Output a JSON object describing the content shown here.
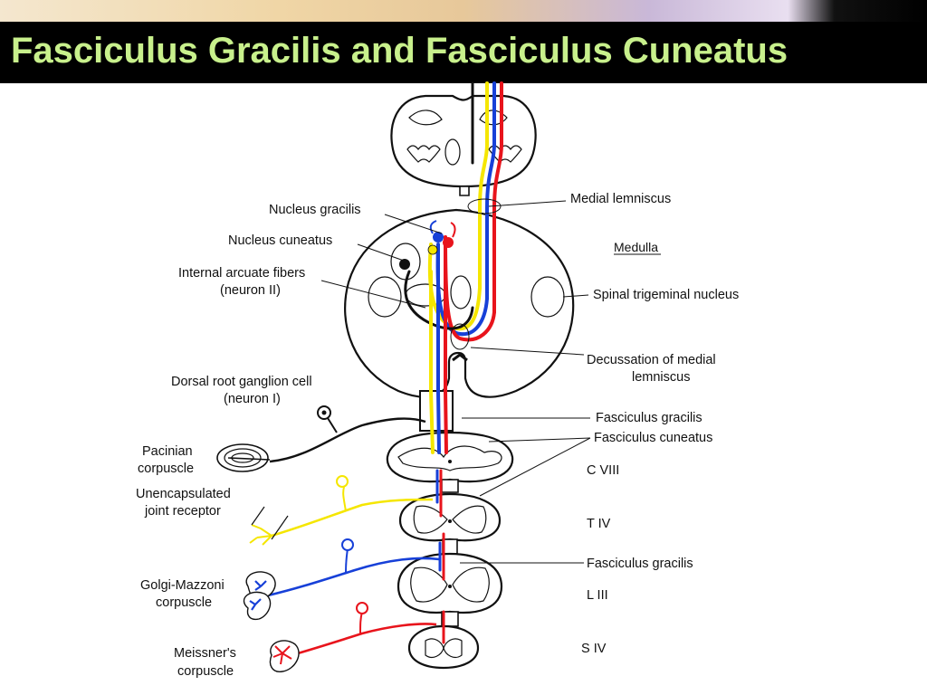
{
  "slide": {
    "title": "Fasciculus Gracilis and Fasciculus Cuneatus"
  },
  "colors": {
    "title_bar": "#000000",
    "title_text": "#c8f08c",
    "tract_red": "#e8141c",
    "tract_blue": "#1740d8",
    "tract_yellow": "#f5e600",
    "neuron_black": "#111111"
  },
  "labels": {
    "nucleus_gracilis": "Nucleus gracilis",
    "nucleus_cuneatus": "Nucleus cuneatus",
    "internal_arcuate_1": "Internal arcuate fibers",
    "internal_arcuate_2": "(neuron II)",
    "medial_lemniscus": "Medial lemniscus",
    "medulla": "Medulla",
    "spinal_trigeminal": "Spinal trigeminal nucleus",
    "decussation_1": "Decussation of medial",
    "decussation_2": "lemniscus",
    "drg_1": "Dorsal root ganglion cell",
    "drg_2": "(neuron I)",
    "pacinian_1": "Pacinian",
    "pacinian_2": "corpuscle",
    "fasciculus_gracilis_upper": "Fasciculus gracilis",
    "fasciculus_cuneatus": "Fasciculus cuneatus",
    "c8": "C VIII",
    "unencap_1": "Unencapsulated",
    "unencap_2": "joint receptor",
    "t4": "T IV",
    "golgi_1": "Golgi-Mazzoni",
    "golgi_2": "corpuscle",
    "fasciculus_gracilis_lower": "Fasciculus gracilis",
    "l3": "L III",
    "meissner_1": "Meissner's",
    "meissner_2": "corpuscle",
    "s4": "S IV"
  }
}
